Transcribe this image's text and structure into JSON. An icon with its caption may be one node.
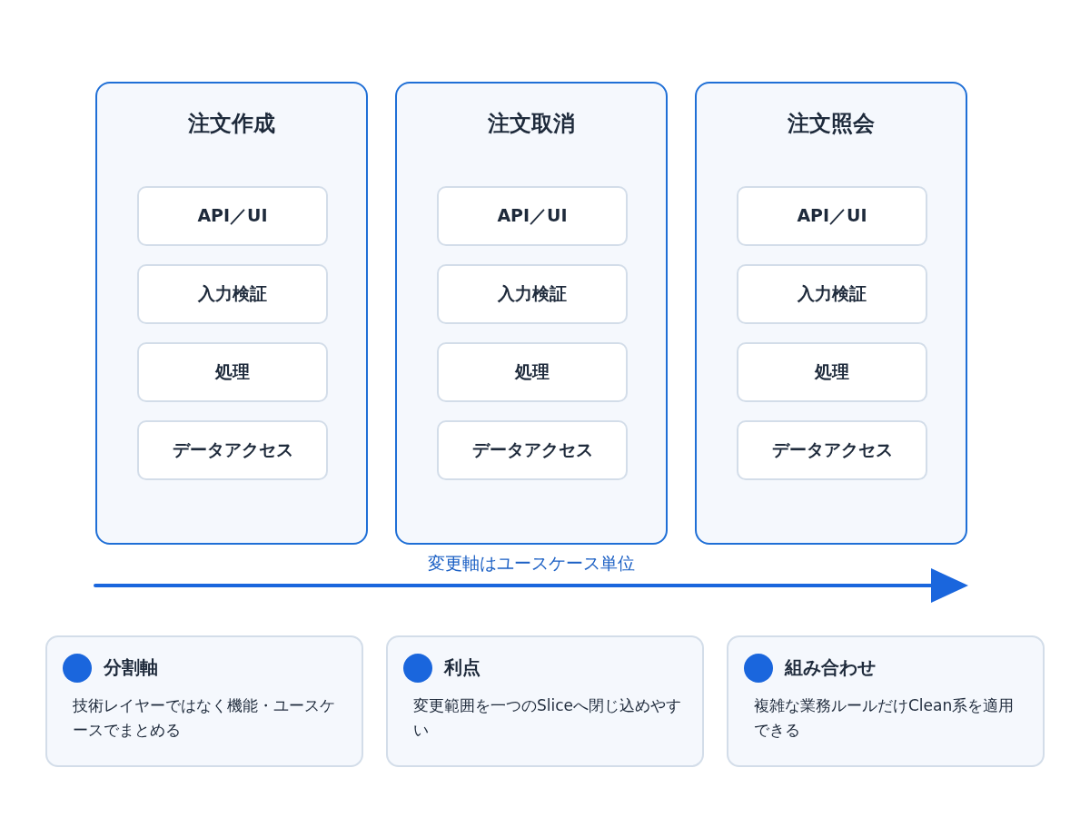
{
  "diagram": {
    "nodes": [
      {
        "text": [
          "注文作成"
        ]
      },
      {
        "text": [
          "API／UI"
        ],
        "in": 0
      },
      {
        "text": [
          "入力検証"
        ],
        "in": 0
      },
      {
        "text": [
          "処理"
        ],
        "in": 0
      },
      {
        "text": [
          "データアクセス"
        ],
        "in": 0
      },
      {
        "text": [
          "注文取消"
        ]
      },
      {
        "text": [
          "API／UI"
        ],
        "in": 5
      },
      {
        "text": [
          "入力検証"
        ],
        "in": 5
      },
      {
        "text": [
          "処理"
        ],
        "in": 5
      },
      {
        "text": [
          "データアクセス"
        ],
        "in": 5
      },
      {
        "text": [
          "注文照会"
        ]
      },
      {
        "text": [
          "API／UI"
        ],
        "in": 10
      },
      {
        "text": [
          "入力検証"
        ],
        "in": 10
      },
      {
        "text": [
          "処理"
        ],
        "in": 10
      },
      {
        "text": [
          "データアクセス"
        ],
        "in": 10
      },
      {
        "text": [
          "分割軸",
          "技術レイヤーではなく機能・ユースケースでまとめる"
        ]
      },
      {
        "text": [
          "利点",
          "変更範囲を一つのSliceへ閉じ込めやすい"
        ]
      },
      {
        "text": [
          "組み合わせ",
          "複雑な業務ルールだけClean系を適用できる"
        ]
      }
    ],
    "edges": [],
    "labels": [
      "変更軸はユースケース単位"
    ]
  }
}
